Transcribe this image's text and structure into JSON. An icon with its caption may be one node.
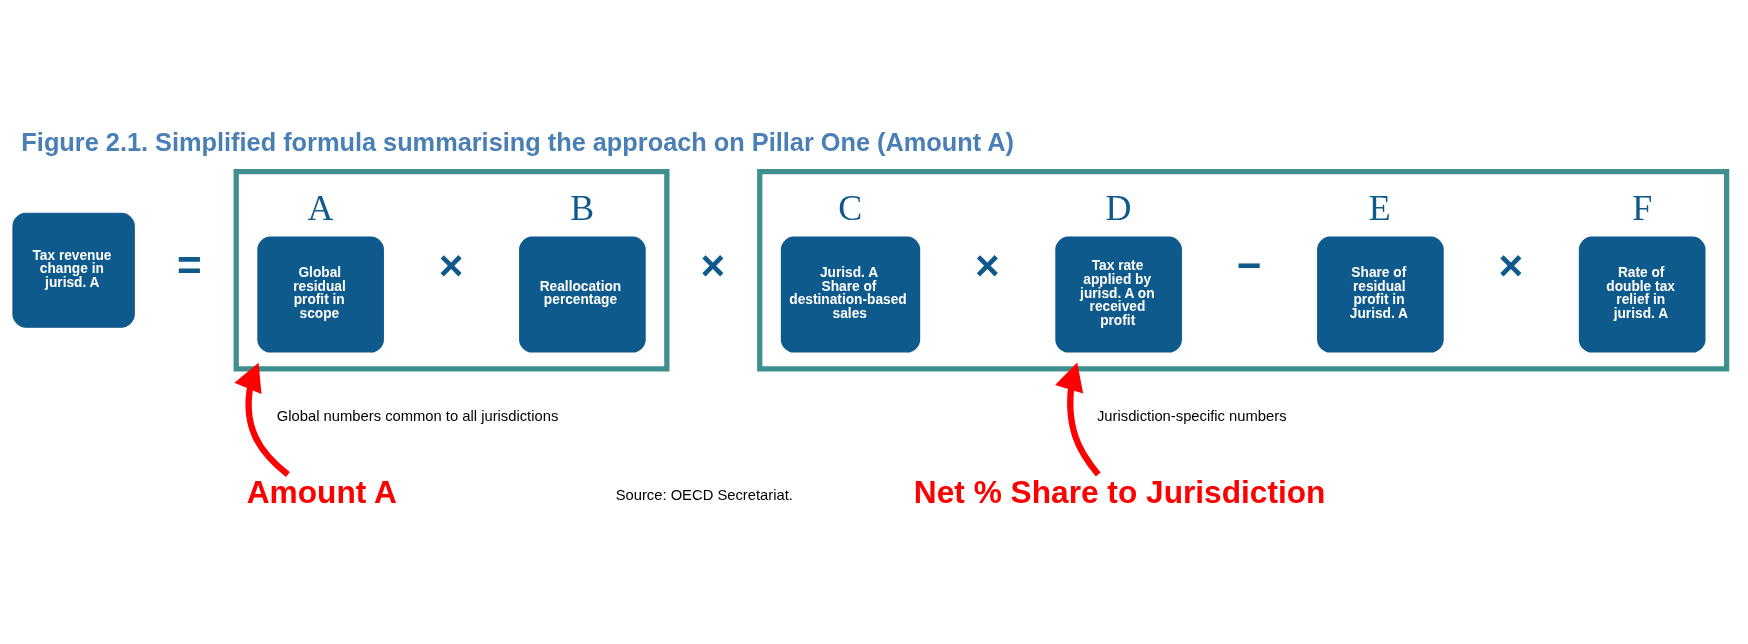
{
  "diagram": {
    "title": "Figure 2.1. Simplified formula summarising the approach on Pillar One (Amount A)",
    "nodes": [
      {
        "text": [
          "Tax revenue change in jurisd. A"
        ]
      },
      {
        "text": [],
        "shape": "box"
      },
      {
        "text": [
          "A",
          "Global residual profit in scope"
        ],
        "in": 1
      },
      {
        "text": [
          "B",
          "Reallocation percentage"
        ],
        "in": 1
      },
      {
        "text": [],
        "shape": "box"
      },
      {
        "text": [
          "C",
          "Jurisd. A Share of destination-based sales"
        ],
        "in": 4
      },
      {
        "text": [
          "D",
          "Tax rate applied by jurisd. A on received profit"
        ],
        "in": 4
      },
      {
        "text": [
          "E",
          "Share of residual profit in Jurisd. A"
        ],
        "in": 4
      },
      {
        "text": [
          "F",
          "Rate of double tax relief in jurisd. A"
        ],
        "in": 4
      },
      {
        "text": [
          "Amount A"
        ]
      },
      {
        "text": [
          "Net % Share to Jurisdiction"
        ]
      }
    ],
    "edges": [
      {
        "from": 9,
        "to": 1,
        "arrow": "to",
        "color": "#ff0000"
      },
      {
        "from": 10,
        "to": 4,
        "arrow": "to",
        "color": "#ff0000"
      }
    ],
    "labels": [
      "=",
      "×",
      "×",
      "×",
      "−",
      "×",
      "Global numbers common to all jurisdictions",
      "Jurisdiction-specific numbers",
      "Source: OECD Secretariat."
    ]
  }
}
